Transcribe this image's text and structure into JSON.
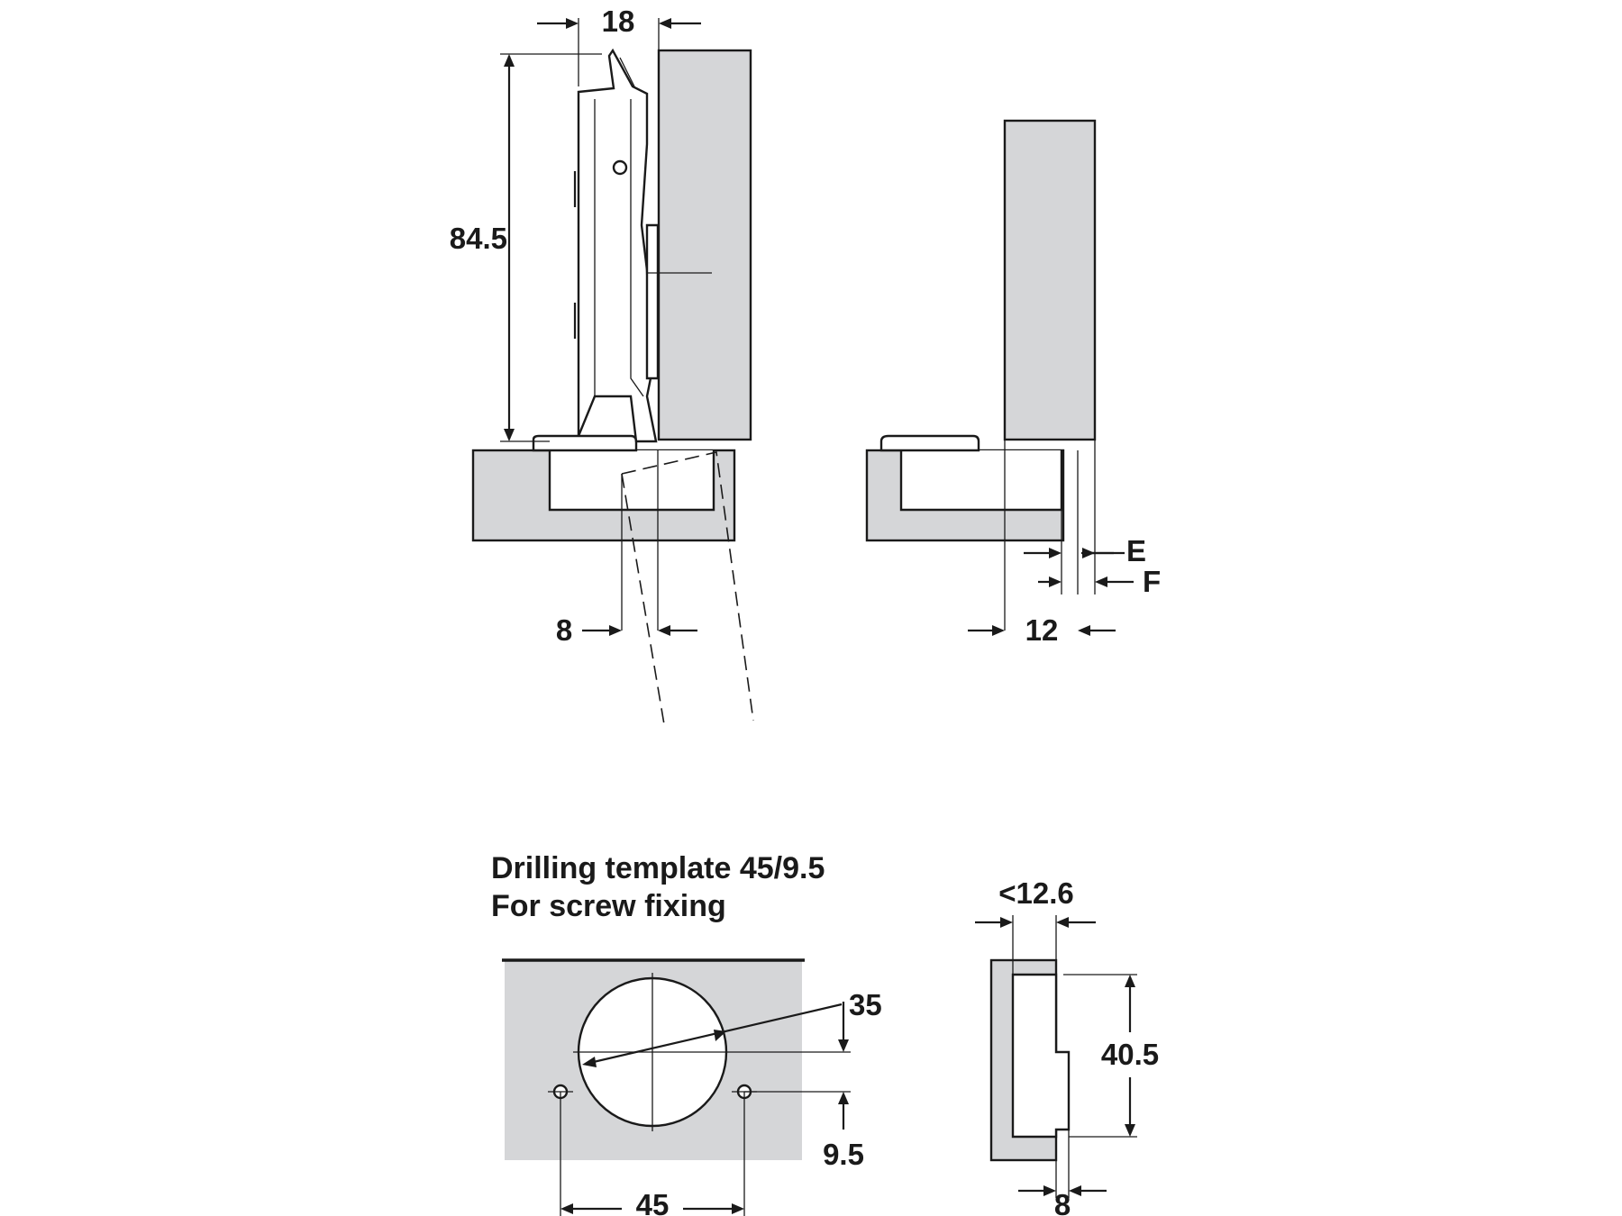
{
  "labels": {
    "dim_18": "18",
    "dim_84_5": "84.5",
    "dim_8_top": "8",
    "dim_E": "E",
    "dim_F": "F",
    "dim_12": "12",
    "template_title": "Drilling template 45/9.5",
    "template_subtitle": "For screw fixing",
    "dim_35": "35",
    "dim_9_5": "9.5",
    "dim_45": "45",
    "dim_12_6": "<12.6",
    "dim_40_5": "40.5",
    "dim_8_bottom": "8"
  },
  "colors": {
    "panel_fill": "#d5d6d8",
    "ink": "#1a1a1a"
  }
}
